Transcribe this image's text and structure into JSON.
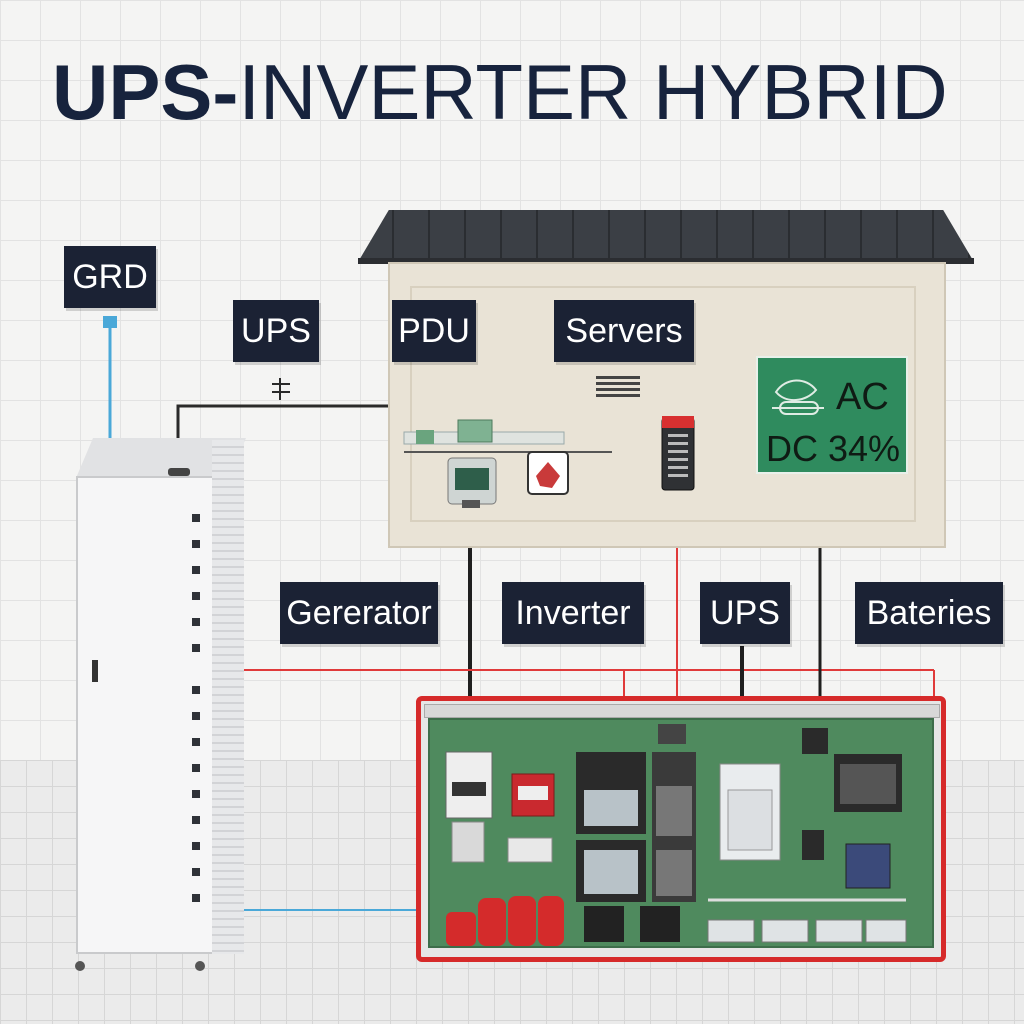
{
  "title": {
    "bold": "UPS-",
    "rest": "INVERTER HYBRID"
  },
  "labels": {
    "grid": "GRD",
    "ups_top": "UPS",
    "pdu": "PDU",
    "servers": "Servers",
    "generator": "Gererator",
    "inverter": "Inverter",
    "ups_bottom": "UPS",
    "batteries": "Bateries"
  },
  "ac_panel": {
    "ac": "AC",
    "dc": "DC 34%"
  },
  "colors": {
    "label_bg": "#1b2234",
    "title": "#17233d",
    "panel_green": "#2f8b5e",
    "cabinet_red": "#d62a2a",
    "wire_blue": "#4aa8d8",
    "wire_red": "#e03a3a",
    "wire_black": "#1f1f1f"
  }
}
